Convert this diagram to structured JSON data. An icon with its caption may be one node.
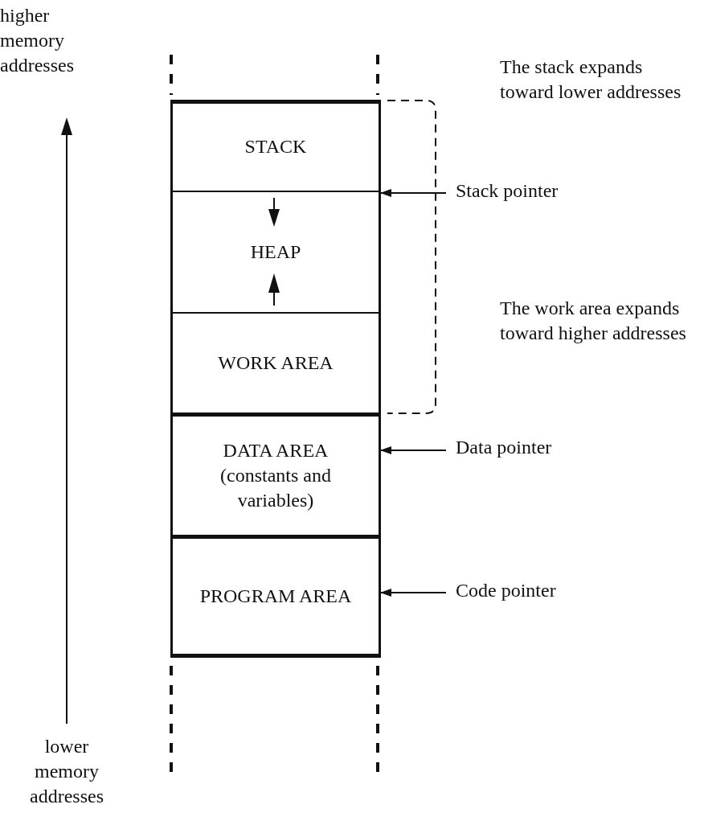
{
  "diagram": {
    "nodes": [
      {
        "text": [
          "STACK"
        ]
      },
      {
        "text": [
          "HEAP"
        ]
      },
      {
        "text": [
          "WORK AREA"
        ]
      },
      {
        "text": [
          "DATA AREA",
          "(constants and variables)"
        ]
      },
      {
        "text": [
          "PROGRAM AREA"
        ]
      },
      {
        "text": [
          "Stack pointer"
        ]
      },
      {
        "text": [
          "Data pointer"
        ]
      },
      {
        "text": [
          "Code pointer"
        ]
      }
    ],
    "edges": [
      {
        "from": 5,
        "to": 1,
        "arrow": "to"
      },
      {
        "from": 6,
        "to": 3,
        "arrow": "to"
      },
      {
        "from": 7,
        "to": 4,
        "arrow": "to"
      }
    ],
    "labels": [
      "higher memory addresses",
      "The stack expands toward lower addresses",
      "The work area expands toward higher addresses",
      "lower memory addresses"
    ]
  }
}
